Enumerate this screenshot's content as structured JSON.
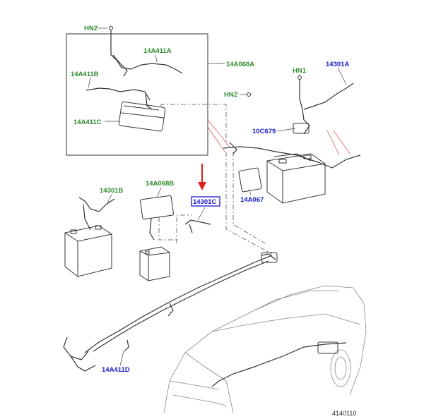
{
  "labels": {
    "hn2_top": "HN2",
    "l14a411a": "14A411A",
    "l14a068a": "14A068A",
    "l14a411b": "14A411B",
    "hn2_mid": "HN2",
    "l14a411c": "14A411C",
    "hn1": "HN1",
    "l14301a": "14301A",
    "l10c679": "10C679",
    "l14301b": "14301B",
    "l14a068b": "14A068B",
    "l14301c": "14301C",
    "l14a067": "14A067",
    "l14a411d": "14A411D",
    "figure_number": "4140110"
  },
  "colors": {
    "part_number_green": "#2e8b2e",
    "part_number_blue": "#1a1ad0",
    "highlight_box": "#1a1ad0",
    "arrow_red": "#e02020"
  }
}
